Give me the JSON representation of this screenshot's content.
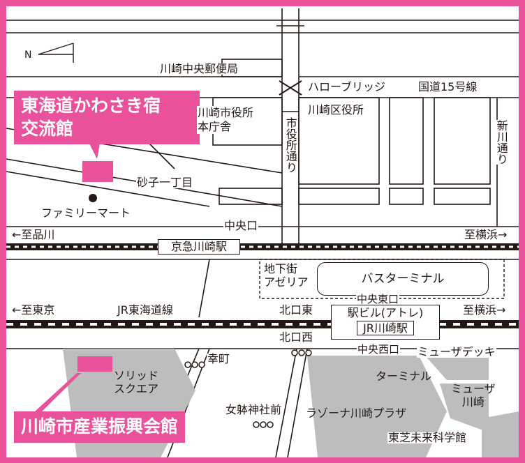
{
  "colors": {
    "accent": "#e9519b",
    "ink": "#231815",
    "building": "#bdbdbd"
  },
  "north_label": "N",
  "venues": {
    "kawasaki_juku": "東海道かわさき宿\n交流館",
    "sangyo_shinko": "川崎市産業振興会館"
  },
  "labels": {
    "post_office": "川崎中央郵便局",
    "hello_bridge": "ハローブリッジ",
    "route15": "国道15号線",
    "city_hall": "川崎市役所\n本庁舎",
    "ward_office": "川崎区役所",
    "shiyakusho_dori": "市役所通り",
    "shinkawa_dori": "新川通り",
    "isago": "砂子一丁目",
    "family_mart": "ファミリーマート",
    "chuo_exit": "中央口",
    "to_shinagawa": "←至品川",
    "to_yokohama_1": "至横浜→",
    "keikyu_station": "京急川崎駅",
    "underground_mall": "地下街\nアゼリア",
    "bus_terminal": "バスターミナル",
    "to_tokyo": "←至東京",
    "jr_tokaido": "JR東海道線",
    "kitaguchi_higashi": "北口東",
    "chuo_higashi_exit": "中央東口",
    "station_building": "駅ビル(アトレ)",
    "jr_station": "JR川崎駅",
    "to_yokohama_2": "至横浜→",
    "kitaguchi_nishi": "北口西",
    "chuo_nishi_exit": "中央西口",
    "muza_deck": "ミューザデッキ",
    "solid_square": "ソリッド\nスクエア",
    "saiwaicho": "幸町",
    "terminal": "ターミナル",
    "muza_kawasaki": "ミューザ\n川崎",
    "okamoto_shrine": "女躰神社前",
    "lazona": "ラゾーナ川崎プラザ",
    "toshiba_museum": "東芝未来科学館"
  }
}
